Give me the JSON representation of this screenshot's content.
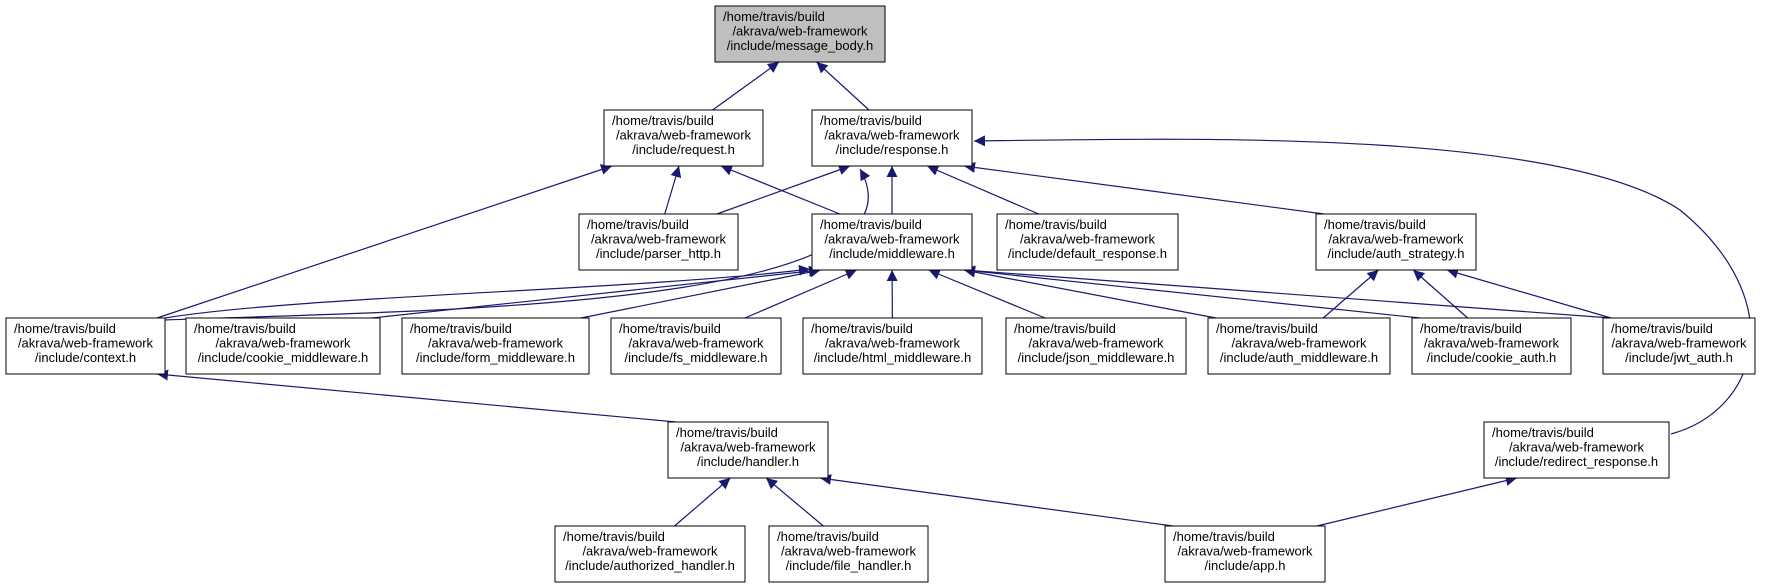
{
  "colors": {
    "edge": "#191970",
    "node_fill": "#ffffff",
    "root_fill": "#bfbfbf",
    "border": "#000000"
  },
  "nodes": {
    "message_body": {
      "lines": [
        "/home/travis/build",
        "/akrava/web-framework",
        "/include/message_body.h"
      ],
      "root": true
    },
    "request": {
      "lines": [
        "/home/travis/build",
        "/akrava/web-framework",
        "/include/request.h"
      ]
    },
    "response": {
      "lines": [
        "/home/travis/build",
        "/akrava/web-framework",
        "/include/response.h"
      ]
    },
    "parser_http": {
      "lines": [
        "/home/travis/build",
        "/akrava/web-framework",
        "/include/parser_http.h"
      ]
    },
    "middleware": {
      "lines": [
        "/home/travis/build",
        "/akrava/web-framework",
        "/include/middleware.h"
      ]
    },
    "default_response": {
      "lines": [
        "/home/travis/build",
        "/akrava/web-framework",
        "/include/default_response.h"
      ]
    },
    "auth_strategy": {
      "lines": [
        "/home/travis/build",
        "/akrava/web-framework",
        "/include/auth_strategy.h"
      ]
    },
    "context": {
      "lines": [
        "/home/travis/build",
        "/akrava/web-framework",
        "/include/context.h"
      ]
    },
    "cookie_middleware": {
      "lines": [
        "/home/travis/build",
        "/akrava/web-framework",
        "/include/cookie_middleware.h"
      ]
    },
    "form_middleware": {
      "lines": [
        "/home/travis/build",
        "/akrava/web-framework",
        "/include/form_middleware.h"
      ]
    },
    "fs_middleware": {
      "lines": [
        "/home/travis/build",
        "/akrava/web-framework",
        "/include/fs_middleware.h"
      ]
    },
    "html_middleware": {
      "lines": [
        "/home/travis/build",
        "/akrava/web-framework",
        "/include/html_middleware.h"
      ]
    },
    "json_middleware": {
      "lines": [
        "/home/travis/build",
        "/akrava/web-framework",
        "/include/json_middleware.h"
      ]
    },
    "auth_middleware": {
      "lines": [
        "/home/travis/build",
        "/akrava/web-framework",
        "/include/auth_middleware.h"
      ]
    },
    "cookie_auth": {
      "lines": [
        "/home/travis/build",
        "/akrava/web-framework",
        "/include/cookie_auth.h"
      ]
    },
    "jwt_auth": {
      "lines": [
        "/home/travis/build",
        "/akrava/web-framework",
        "/include/jwt_auth.h"
      ]
    },
    "handler": {
      "lines": [
        "/home/travis/build",
        "/akrava/web-framework",
        "/include/handler.h"
      ]
    },
    "redirect_response": {
      "lines": [
        "/home/travis/build",
        "/akrava/web-framework",
        "/include/redirect_response.h"
      ]
    },
    "authorized_handler": {
      "lines": [
        "/home/travis/build",
        "/akrava/web-framework",
        "/include/authorized_handler.h"
      ]
    },
    "file_handler": {
      "lines": [
        "/home/travis/build",
        "/akrava/web-framework",
        "/include/file_handler.h"
      ]
    },
    "app": {
      "lines": [
        "/home/travis/build",
        "/akrava/web-framework",
        "/include/app.h"
      ]
    }
  },
  "edges": [
    {
      "from": "request",
      "to": "message_body"
    },
    {
      "from": "response",
      "to": "message_body"
    },
    {
      "from": "parser_http",
      "to": "request"
    },
    {
      "from": "middleware",
      "to": "request"
    },
    {
      "from": "context",
      "to": "request"
    },
    {
      "from": "parser_http",
      "to": "response"
    },
    {
      "from": "middleware",
      "to": "response"
    },
    {
      "from": "default_response",
      "to": "response"
    },
    {
      "from": "auth_strategy",
      "to": "response"
    },
    {
      "from": "context",
      "to": "response"
    },
    {
      "from": "redirect_response",
      "to": "response"
    },
    {
      "from": "context",
      "to": "middleware"
    },
    {
      "from": "cookie_middleware",
      "to": "middleware"
    },
    {
      "from": "form_middleware",
      "to": "middleware"
    },
    {
      "from": "fs_middleware",
      "to": "middleware"
    },
    {
      "from": "html_middleware",
      "to": "middleware"
    },
    {
      "from": "json_middleware",
      "to": "middleware"
    },
    {
      "from": "auth_middleware",
      "to": "middleware"
    },
    {
      "from": "cookie_auth",
      "to": "middleware"
    },
    {
      "from": "jwt_auth",
      "to": "middleware"
    },
    {
      "from": "auth_middleware",
      "to": "auth_strategy"
    },
    {
      "from": "cookie_auth",
      "to": "auth_strategy"
    },
    {
      "from": "jwt_auth",
      "to": "auth_strategy"
    },
    {
      "from": "handler",
      "to": "context"
    },
    {
      "from": "authorized_handler",
      "to": "handler"
    },
    {
      "from": "file_handler",
      "to": "handler"
    },
    {
      "from": "app",
      "to": "handler"
    },
    {
      "from": "app",
      "to": "redirect_response"
    }
  ]
}
